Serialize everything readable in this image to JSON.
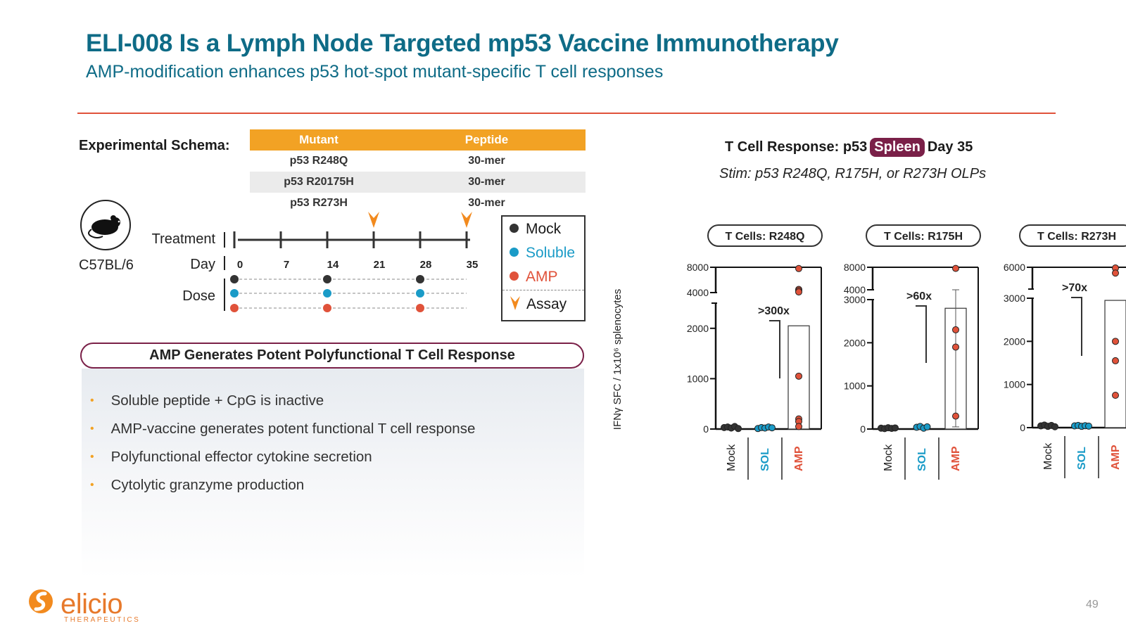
{
  "title": "ELI-008 Is a Lymph Node Targeted mp53 Vaccine Immunotherapy",
  "subtitle": "AMP-modification enhances p53 hot-spot mutant-specific T cell responses",
  "schema": {
    "label": "Experimental Schema:",
    "table_headers": [
      "Mutant",
      "Peptide"
    ],
    "table_rows": [
      [
        "p53 R248Q",
        "30-mer"
      ],
      [
        "p53 R20175H",
        "30-mer"
      ],
      [
        "p53 R273H",
        "30-mer"
      ]
    ],
    "strain": "C57BL/6",
    "row_labels": {
      "treatment": "Treatment",
      "day": "Day",
      "dose": "Dose"
    },
    "days": [
      "0",
      "7",
      "14",
      "21",
      "28",
      "35"
    ],
    "assay_days": [
      21,
      35
    ],
    "dose_days": [
      0,
      14,
      28
    ],
    "legend": [
      {
        "label": "Mock",
        "color": "#333333",
        "marker": "dot"
      },
      {
        "label": "Soluble",
        "color": "#1a9bc7",
        "marker": "dot"
      },
      {
        "label": "AMP",
        "color": "#e0523a",
        "marker": "dot"
      },
      {
        "label": "Assay",
        "color": "#f28a1e",
        "marker": "chevron-down-icon"
      }
    ]
  },
  "amp": {
    "heading": "AMP Generates Potent Polyfunctional T Cell Response",
    "bullets": [
      "Soluble peptide + CpG is inactive",
      "AMP-vaccine generates potent functional T cell response",
      "Polyfunctional effector cytokine secretion",
      "Cytolytic granzyme production"
    ]
  },
  "chart_header": {
    "title_before": "T Cell Response: p53",
    "title_badge": "Spleen",
    "title_after": "Day 35",
    "stim": "Stim: p53 R248Q, R175H, or R273H OLPs",
    "ylabel": "IFNγ SFC / 1x10⁶ splenocytes"
  },
  "chart_data": [
    {
      "type": "bar",
      "title": "T Cells: R248Q",
      "categories": [
        "Mock",
        "SOL",
        "AMP"
      ],
      "category_colors": [
        "#333333",
        "#1a9bc7",
        "#e0523a"
      ],
      "values": [
        30,
        20,
        2050
      ],
      "points": [
        [
          30,
          40,
          20,
          50,
          10
        ],
        [
          10,
          30,
          20,
          40,
          25
        ],
        [
          7800,
          4500,
          4300,
          4100,
          1050,
          200,
          150,
          50
        ]
      ],
      "ylim": [
        0,
        8000
      ],
      "ytick_labels": [
        "0",
        "1000",
        "2000",
        "4000",
        "8000"
      ],
      "annotation": ">300x"
    },
    {
      "type": "bar",
      "title": "T Cells: R175H",
      "categories": [
        "Mock",
        "SOL",
        "AMP"
      ],
      "category_colors": [
        "#333333",
        "#1a9bc7",
        "#e0523a"
      ],
      "values": [
        20,
        30,
        2800
      ],
      "points": [
        [
          20,
          10,
          30,
          15,
          25
        ],
        [
          40,
          60,
          20,
          50
        ],
        [
          7800,
          2300,
          1900,
          300
        ]
      ],
      "error": [
        null,
        null,
        [
          50,
          3600
        ]
      ],
      "ylim": [
        0,
        8000
      ],
      "ytick_labels": [
        "0",
        "1000",
        "2000",
        "3000",
        "4000",
        "8000"
      ],
      "annotation": ">60x"
    },
    {
      "type": "bar",
      "title": "T Cells: R273H",
      "categories": [
        "Mock",
        "SOL",
        "AMP"
      ],
      "category_colors": [
        "#333333",
        "#1a9bc7",
        "#e0523a"
      ],
      "values": [
        40,
        40,
        2950
      ],
      "points": [
        [
          40,
          60,
          30,
          50,
          20
        ],
        [
          40,
          50,
          30,
          45,
          35
        ],
        [
          5900,
          5200,
          2000,
          1550,
          750
        ]
      ],
      "ylim": [
        0,
        6000
      ],
      "ytick_labels": [
        "0",
        "1000",
        "2000",
        "3000",
        "6000"
      ],
      "annotation": ">70x"
    }
  ],
  "footer": {
    "page_number": "49",
    "logo_name": "elicio",
    "logo_sub": "THERAPEUTICS"
  }
}
